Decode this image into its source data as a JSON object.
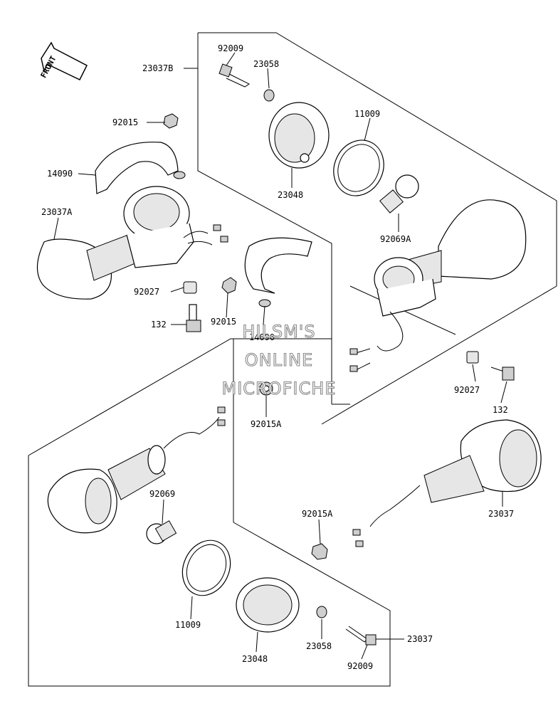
{
  "front_label": "FRONT",
  "watermark": [
    "HILSM'S",
    "ONLINE",
    "MICROFICHE"
  ],
  "callouts": {
    "c92009_top": "92009",
    "c23037B": "23037B",
    "c23058_top": "23058",
    "c11009_top": "11009",
    "c92015_left": "92015",
    "c14090_left": "14090",
    "c23037A": "23037A",
    "c23048_top": "23048",
    "c92069A": "92069A",
    "c92027_left": "92027",
    "c132_left": "132",
    "c92015_mid": "92015",
    "c14090_mid": "14090",
    "c92027_right": "92027",
    "c132_right": "132",
    "c92015A_mid": "92015A",
    "c92069": "92069",
    "c23037_right": "23037",
    "c92015A_bottom": "92015A",
    "c11009_bottom": "11009",
    "c23048_bottom": "23048",
    "c23058_bottom": "23058",
    "c23037_bottom": "23037",
    "c92009_bottom": "92009"
  }
}
